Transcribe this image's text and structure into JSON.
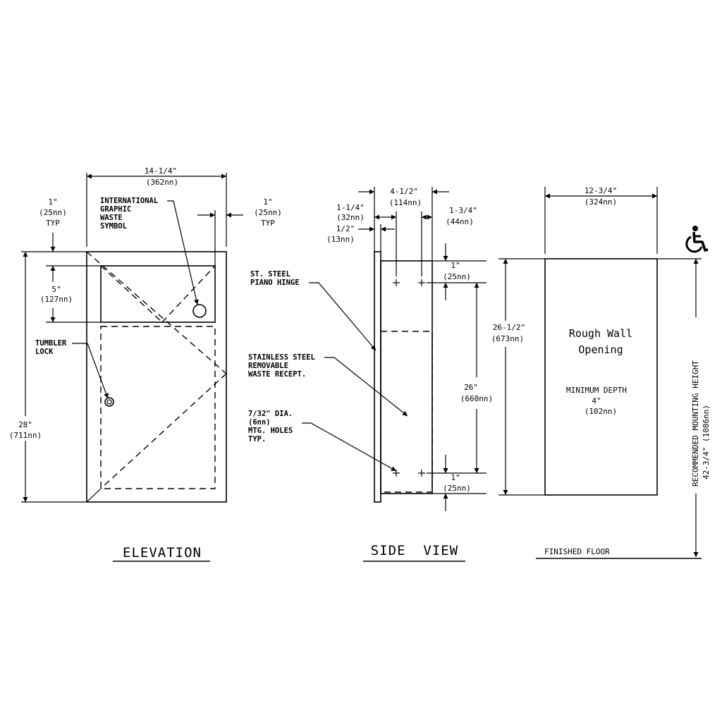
{
  "elevation": {
    "title": "ELEVATION",
    "width_dim": [
      "14-1/4\"",
      "(362nn)"
    ],
    "left_margin": [
      "1\"",
      "(25nn)",
      "TYP"
    ],
    "right_margin": [
      "1\"",
      "(25nn)",
      "TYP"
    ],
    "symbol_label": [
      "INTERNATIONAL",
      "GRAPHIC",
      "WASTE",
      "SYMBOL"
    ],
    "top_panel_dim": [
      "5\"",
      "(127nn)"
    ],
    "lock_label": [
      "TUMBLER",
      "LOCK"
    ],
    "height_dim": [
      "28\"",
      "(711nn)"
    ]
  },
  "side_view": {
    "title": "SIDE  VIEW",
    "depth_dim": [
      "4-1/2\"",
      "(114nn)"
    ],
    "hinge_offset": [
      "1-1/4\"",
      "(32nn)"
    ],
    "flange_dim": [
      "1/2\"",
      "(13nn)"
    ],
    "rear_offset": [
      "1-3/4\"",
      "(44nn)"
    ],
    "hinge_label": [
      "ST. STEEL",
      "PIANO HINGE"
    ],
    "receptacle_label": [
      "STAINLESS STEEL",
      "REMOVABLE",
      "WASTE RECEPT."
    ],
    "holes_label": [
      "7/32\" DIA.",
      "(6nn)",
      "MTG. HOLES",
      "TYP."
    ],
    "top_hole_dim": [
      "1\"",
      "(25nn)"
    ],
    "bottom_hole_dim": [
      "1\"",
      "(25nn)"
    ],
    "hole_spacing_dim": [
      "26\"",
      "(660nn)"
    ]
  },
  "opening": {
    "width_dim": [
      "12-3/4\"",
      "(324nn)"
    ],
    "height_dim": [
      "26-1/2\"",
      "(673nn)"
    ],
    "label": [
      "Rough Wall",
      "Opening"
    ],
    "depth_label": [
      "MINIMUM DEPTH",
      "4\"",
      "(102nn)"
    ],
    "mounting_height": [
      "RECOMMENDED MOUNTING HEIGHT",
      "42-3/4\" (1086nn)"
    ],
    "floor_label": "FINISHED FLOOR",
    "accessibility_icon": "wheelchair-icon"
  }
}
